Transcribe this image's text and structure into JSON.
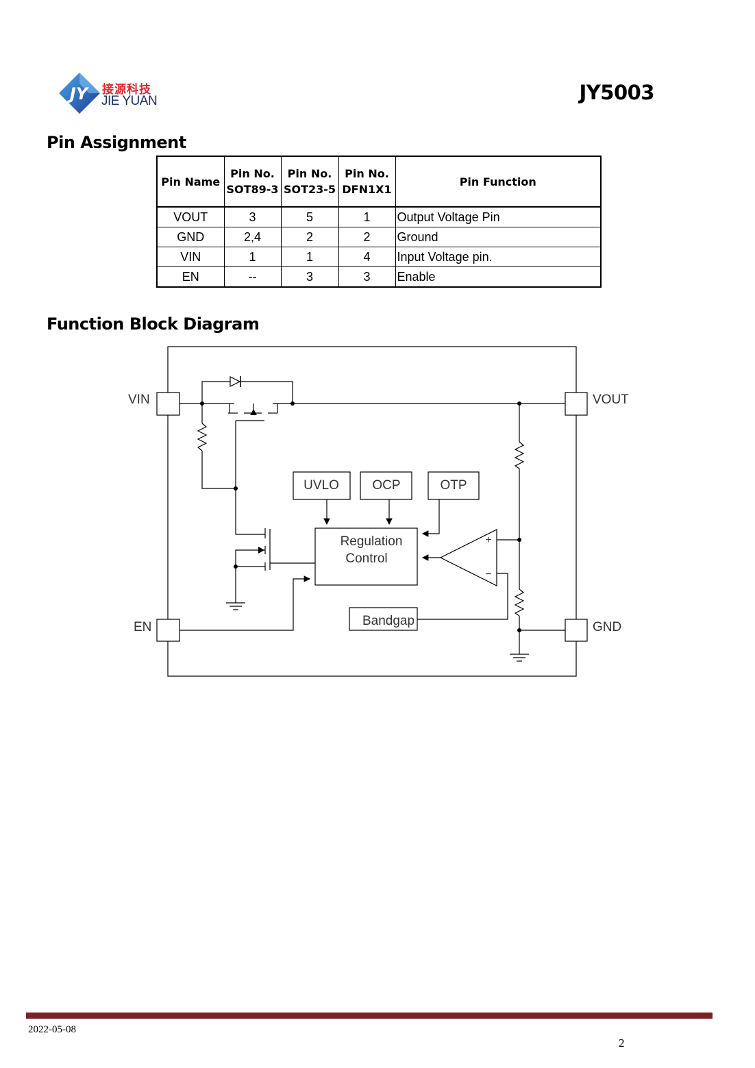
{
  "header": {
    "logo_monogram": "JY",
    "logo_cn": "接源科技",
    "logo_en": "JIE YUAN",
    "doc_title": "JY5003"
  },
  "pin_assignment": {
    "heading": "Pin Assignment",
    "columns": [
      {
        "line1": "Pin Name",
        "line2": ""
      },
      {
        "line1": "Pin No.",
        "line2": "SOT89-3"
      },
      {
        "line1": "Pin No.",
        "line2": "SOT23-5"
      },
      {
        "line1": "Pin No.",
        "line2": "DFN1X1"
      },
      {
        "line1": "Pin Function",
        "line2": ""
      }
    ],
    "rows": [
      {
        "name": "VOUT",
        "sot89": "3",
        "sot23": "5",
        "dfn": "1",
        "function": "Output Voltage Pin"
      },
      {
        "name": "GND",
        "sot89": "2,4",
        "sot23": "2",
        "dfn": "2",
        "function": "Ground"
      },
      {
        "name": "VIN",
        "sot89": "1",
        "sot23": "1",
        "dfn": "4",
        "function": "Input Voltage pin."
      },
      {
        "name": "EN",
        "sot89": "--",
        "sot23": "3",
        "dfn": "3",
        "function": "Enable"
      }
    ]
  },
  "block_diagram": {
    "heading": "Function Block Diagram",
    "pins": {
      "vin": "VIN",
      "vout": "VOUT",
      "en": "EN",
      "gnd": "GND"
    },
    "blocks": {
      "uvlo": "UVLO",
      "ocp": "OCP",
      "otp": "OTP",
      "reg_line1": "Regulation",
      "reg_line2": "Control",
      "bandgap": "Bandgap"
    },
    "amp_plus": "+",
    "amp_minus": "−"
  },
  "footer": {
    "date": "2022-05-08",
    "page": "2"
  },
  "colors": {
    "logo_red": "#e0262b",
    "logo_blue": "#1a2f6e",
    "footer_bar": "#7a2226"
  }
}
